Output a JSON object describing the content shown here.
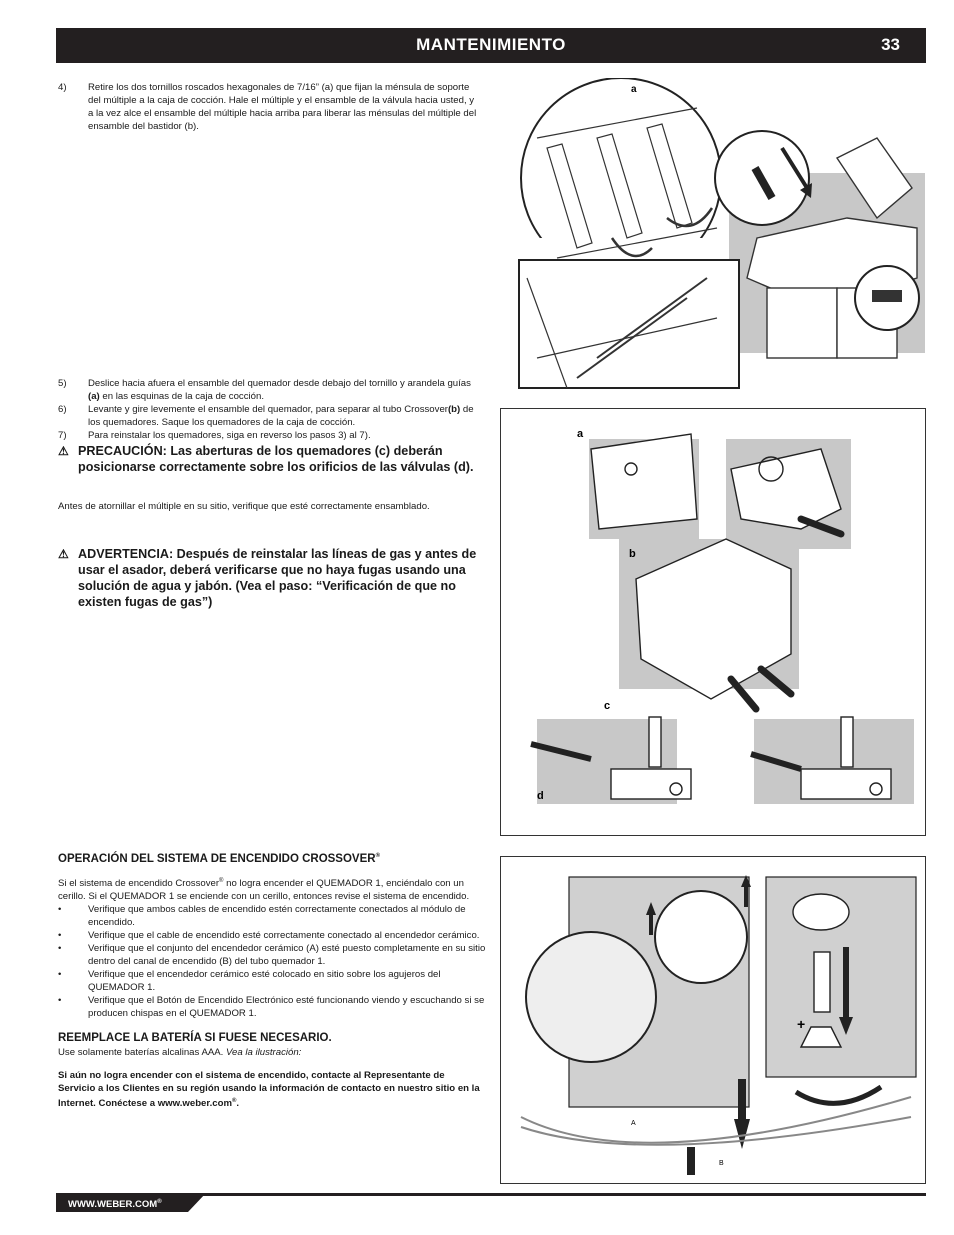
{
  "header": {
    "title": "MANTENIMIENTO",
    "page_number": "33"
  },
  "steps_top": [
    {
      "num": "4)",
      "text": "Retire los dos tornillos roscados hexagonales de 7/16” (a) que fijan la ménsula de soporte del múltiple a la caja de cocción. Hale el múltiple y el ensamble de la válvula hacia usted, y a la vez alce el ensamble del múltiple hacia arriba para liberar las ménsulas del múltiple del ensamble del bastidor (b)."
    }
  ],
  "steps_mid": [
    {
      "num": "5)",
      "pre": "Deslice hacia afuera el ensamble del quemador desde debajo del tornillo y arandela guías ",
      "bold": "(a)",
      "post": " en las esquinas de la caja de cocción."
    },
    {
      "num": "6)",
      "pre": "Levante y gire levemente el ensamble del quemador, para separar al tubo Crossover",
      "bold": "(b)",
      "post": " de los quemadores. Saque los quemadores de la caja de cocción."
    },
    {
      "num": "7)",
      "pre": "Para reinstalar los quemadores, siga en reverso los pasos 3) al 7).",
      "bold": "",
      "post": ""
    }
  ],
  "caution": "PRECAUCIÓN: Las aberturas de los quemadores (c) deberán posicionarse correctamente sobre los orificios de las válvulas (d).",
  "note": "Antes de atornillar el múltiple en su sitio, verifique que esté correctamente ensamblado.",
  "warning": "ADVERTENCIA: Después de reinstalar las líneas de gas y antes de usar el asador, deberá verificarse que no haya fugas usando una solución de agua y jabón. (Vea el paso: “Verificación de que no existen fugas de gas”)",
  "crossover": {
    "heading": "OPERACIÓN DEL SISTEMA DE ENCENDIDO CROSSOVER",
    "reg": "®",
    "intro_1": "Si el sistema de encendido Crossover",
    "intro_2": " no logra encender el QUEMADOR 1, enciéndalo con un cerillo. Si el QUEMADOR 1 se enciende con un cerillo, entonces revise el sistema de encendido.",
    "bullets": [
      "Verifique que ambos cables de encendido estén correctamente conectados al módulo de encendido.",
      "Verifique que el cable de encendido esté correctamente conectado al encendedor cerámico.",
      "Verifique que el conjunto del encendedor cerámico (A) esté puesto completamente en su sitio dentro del canal de encendido (B) del tubo quemador 1.",
      "Verifique que el encendedor cerámico esté colocado en sitio sobre los agujeros del QUEMADOR 1.",
      "Verifique que el Botón de Encendido Electrónico esté funcionando viendo y escuchando si se producen chispas en el QUEMADOR 1."
    ],
    "bullet_char": "•"
  },
  "battery": {
    "heading": "REEMPLACE LA BATERÍA SI FUESE NECESARIO.",
    "text": "Use solamente baterías alcalinas AAA. ",
    "text_italic": "Vea la ilustración:",
    "contact": "Si aún no logra encender con el sistema de encendido, contacte al Representante de Servicio a los Clientes en su región usando la información de contacto en nuestro sitio en la Internet. Conéctese a www.weber.com",
    "contact_end": "."
  },
  "figure_labels": {
    "a": "a",
    "b": "b",
    "c": "c",
    "d": "d",
    "A": "A",
    "B": "B",
    "plus": "+"
  },
  "footer": {
    "url": "WWW.WEBER.COM",
    "reg": "®"
  },
  "colors": {
    "header_bg": "#231f20",
    "figure_gray": "#c8c8c8",
    "line": "#222222"
  }
}
